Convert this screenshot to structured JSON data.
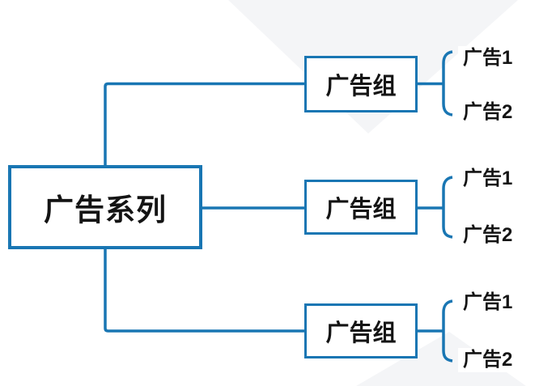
{
  "colors": {
    "line_blue": "#1976b3",
    "text_black": "#141414",
    "wedge_gray": "#f4f5f7",
    "background": "#ffffff"
  },
  "diagram": {
    "type": "tree",
    "campaign": {
      "label": "广告系列"
    },
    "groups": [
      {
        "label": "广告组",
        "ads": [
          "广告1",
          "广告2"
        ]
      },
      {
        "label": "广告组",
        "ads": [
          "广告1",
          "广告2"
        ]
      },
      {
        "label": "广告组",
        "ads": [
          "广告1",
          "广告2"
        ]
      }
    ]
  }
}
